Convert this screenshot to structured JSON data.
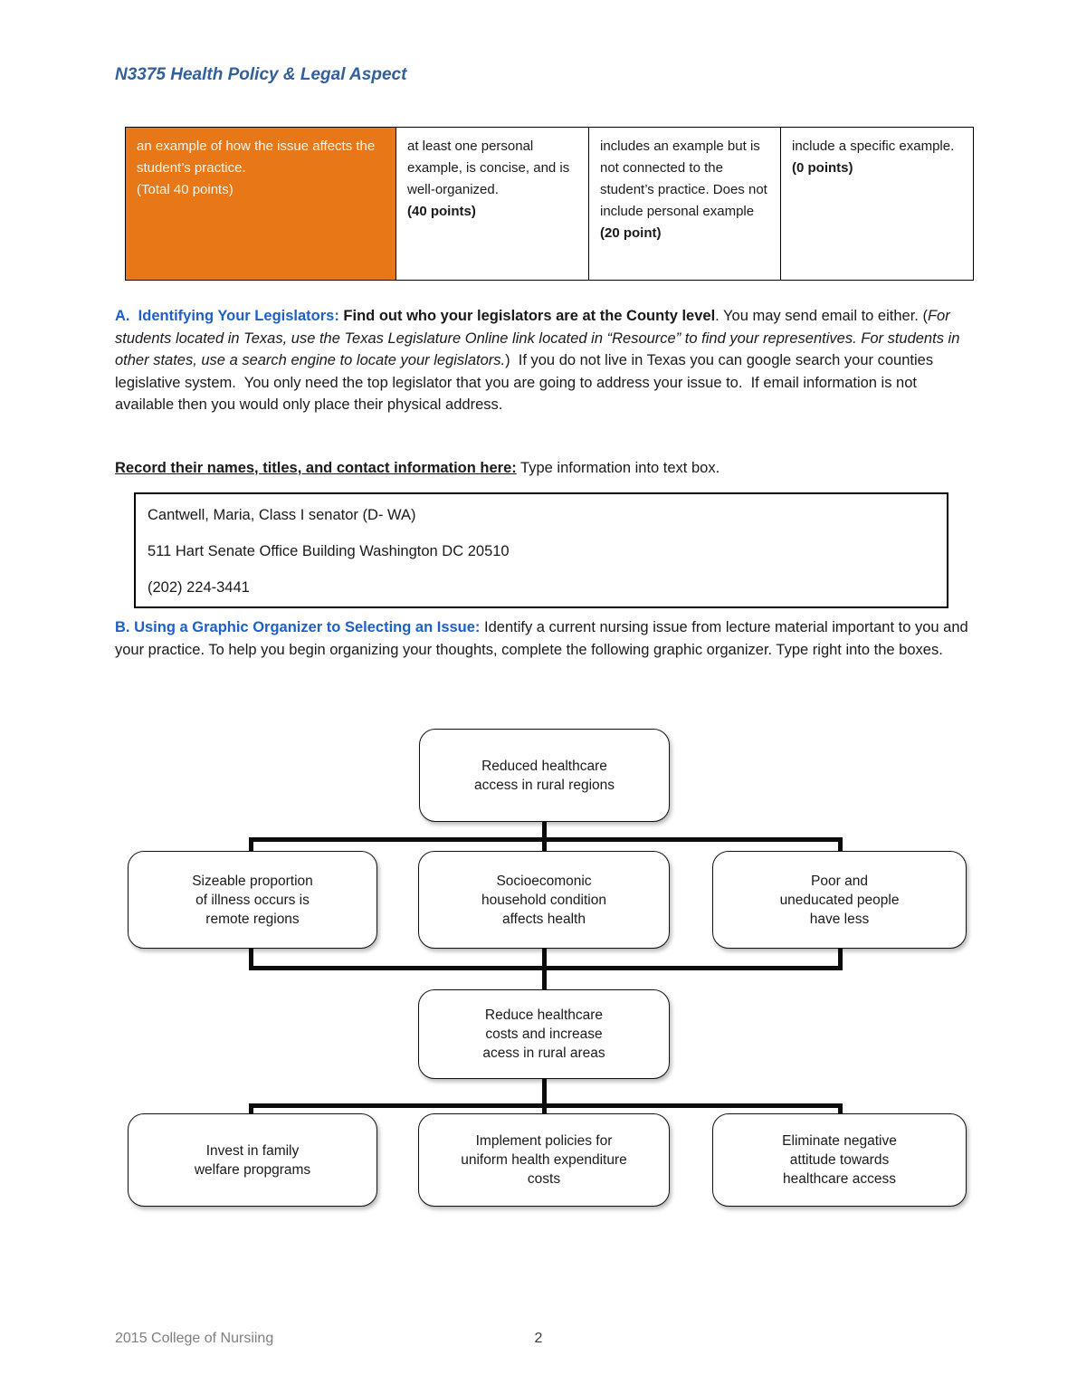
{
  "page": {
    "header_title": "N3375 Health Policy & Legal Aspect",
    "footer_left": "2015 College of Nursiing",
    "footer_page_number": "2"
  },
  "colors": {
    "header_title_blue": "#31609B",
    "section_heading_blue": "#1E5FC8",
    "rubric_highlight_orange": "#E87817"
  },
  "rubric_table": {
    "col1": {
      "body": "an example of how the issue affects the student’s practice.",
      "points": "(Total 40 points)"
    },
    "col2": {
      "body": "at least one personal example, is concise, and is well-organized.",
      "points": "(40 points)"
    },
    "col3": {
      "body": "includes an example but is not connected to the student’s practice. Does not include personal example",
      "points": "(20 point)"
    },
    "col4": {
      "body": "include a specific example.",
      "points": "(0 points)"
    }
  },
  "section_a": {
    "heading": "A.  Identifying Your Legislators: ",
    "bold_lead": "Find out who your legislators are at the County level",
    "text_1": ". You may send email to either. (",
    "italic_text": "For students located in Texas, use the Texas Legislature Online link located in “Resource” to find your representives. For students in other states, use a search engine to locate your legislators.",
    "text_2": ")  If you do not live in Texas you can google search your counties legislative system.  You only need the top legislator that you are going to address your issue to.  If email information is not available then you would only place their physical address."
  },
  "record_line": {
    "label": "Record their names, titles, and contact information here:",
    "rest": " Type information into text box."
  },
  "contact_box": {
    "lines": [
      "Cantwell, Maria, Class I senator (D- WA)",
      "511 Hart Senate Office Building Washington DC 20510",
      "(202) 224-3441"
    ]
  },
  "section_b": {
    "heading": "B. Using a Graphic Organizer to Selecting an Issue: ",
    "text": "Identify a current nursing issue from lecture material important to you and your practice. To help you begin organizing your thoughts, complete the following graphic organizer. Type right into the boxes."
  },
  "organizer": {
    "issue_box": "Reduced healthcare\naccess in rural regions",
    "cause_left": "Sizeable proportion\nof illness occurs is\nremote regions",
    "cause_center": "Socioecomonic\nhousehold condition\naffects health",
    "cause_right": "Poor and\nuneducated people\nhave less",
    "goal_box": "Reduce healthcare\ncosts and increase\nacess in rural areas",
    "action_left": "Invest in family\nwelfare propgrams",
    "action_center": "Implement policies for\nuniform health expenditure\ncosts",
    "action_right": "Eliminate negative\nattitude towards\nhealthcare access"
  }
}
